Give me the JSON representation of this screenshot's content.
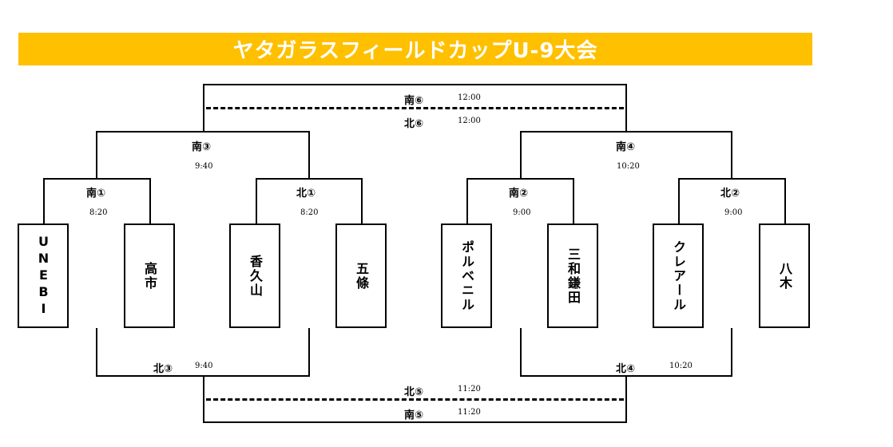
{
  "title": "ヤタガラスフィールドカップU-9大会",
  "brand_color": "#ffc000",
  "teams": [
    "UNEBI",
    "高市",
    "香久山",
    "五條",
    "ポルベニル",
    "三和鎌田",
    "クレアール",
    "八木"
  ],
  "matches": {
    "s1": {
      "label": "南①",
      "time": "8:20"
    },
    "n1": {
      "label": "北①",
      "time": "8:20"
    },
    "s2": {
      "label": "南②",
      "time": "9:00"
    },
    "n2": {
      "label": "北②",
      "time": "9:00"
    },
    "s3": {
      "label": "南③",
      "time": "9:40"
    },
    "s4": {
      "label": "南④",
      "time": "10:20"
    },
    "n3": {
      "label": "北③",
      "time": "9:40"
    },
    "n4": {
      "label": "北④",
      "time": "10:20"
    },
    "s6": {
      "label": "南⑥",
      "time": "12:00"
    },
    "n6": {
      "label": "北⑥",
      "time": "12:00"
    },
    "n5": {
      "label": "北⑤",
      "time": "11:20"
    },
    "s5": {
      "label": "南⑤",
      "time": "11:20"
    }
  }
}
